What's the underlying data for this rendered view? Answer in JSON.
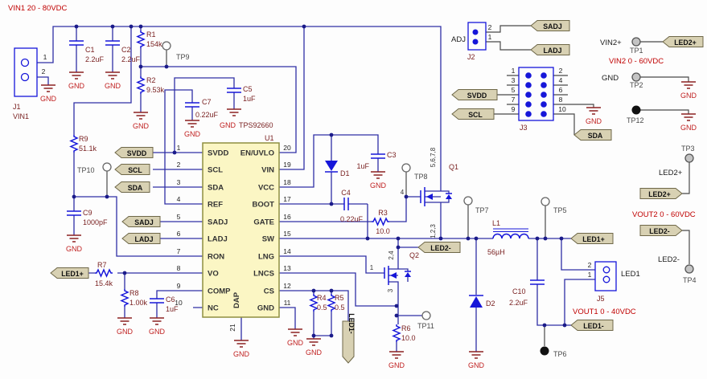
{
  "labels": {
    "gnd": "GND",
    "vin1_range": "VIN1  20 - 80VDC",
    "vin2_range": "VIN2  0 - 60VDC",
    "vout1_range": "VOUT1  0 - 40VDC",
    "vout2_range": "VOUT2  0 - 60VDC",
    "vin2p": "VIN2+",
    "adj": "ADJ",
    "led1": "LED1",
    "led2p": "LED2+",
    "led2m": "LED2-"
  },
  "tags": {
    "svdd": "SVDD",
    "scl": "SCL",
    "sda": "SDA",
    "sadj": "SADJ",
    "ladj": "LADJ",
    "led1p": "LED1+",
    "led1m": "LED1-",
    "led2p": "LED2+",
    "led2m": "LED2-"
  },
  "ic": {
    "ref": "U1",
    "part": "TPS92660",
    "dap": "DAP",
    "dap_pin": "21",
    "left_pins": [
      {
        "num": "1",
        "name": "SVDD"
      },
      {
        "num": "2",
        "name": "SCL"
      },
      {
        "num": "3",
        "name": "SDA"
      },
      {
        "num": "4",
        "name": "REF"
      },
      {
        "num": "5",
        "name": "SADJ"
      },
      {
        "num": "6",
        "name": "LADJ"
      },
      {
        "num": "7",
        "name": "RON"
      },
      {
        "num": "8",
        "name": "VO"
      },
      {
        "num": "9",
        "name": "COMP"
      },
      {
        "num": "10",
        "name": "NC"
      }
    ],
    "right_pins": [
      {
        "num": "20",
        "name": "EN/UVLO"
      },
      {
        "num": "19",
        "name": "VIN"
      },
      {
        "num": "18",
        "name": "VCC"
      },
      {
        "num": "17",
        "name": "BOOT"
      },
      {
        "num": "16",
        "name": "GATE"
      },
      {
        "num": "15",
        "name": "SW"
      },
      {
        "num": "14",
        "name": "LNG"
      },
      {
        "num": "13",
        "name": "LNCS"
      },
      {
        "num": "12",
        "name": "CS"
      },
      {
        "num": "11",
        "name": "GND"
      }
    ]
  },
  "components": {
    "j1": {
      "ref": "J1",
      "val": "VIN1",
      "p1": "1",
      "p2": "2"
    },
    "c1": {
      "ref": "C1",
      "val": "2.2uF"
    },
    "c2": {
      "ref": "C2",
      "val": "2.2uF"
    },
    "r1": {
      "ref": "R1",
      "val": "154k"
    },
    "r2": {
      "ref": "R2",
      "val": "9.53k"
    },
    "r9": {
      "ref": "R9",
      "val": "51.1k"
    },
    "c9": {
      "ref": "C9",
      "val": "1000pF"
    },
    "c7": {
      "ref": "C7",
      "val": "0.22uF"
    },
    "c5": {
      "ref": "C5",
      "val": "1uF"
    },
    "c3": {
      "ref": "C3",
      "val": "1uF"
    },
    "c4": {
      "ref": "C4",
      "val": "0.22uF"
    },
    "d1": {
      "ref": "D1"
    },
    "d2": {
      "ref": "D2"
    },
    "r3": {
      "ref": "R3",
      "val": "10.0"
    },
    "r6": {
      "ref": "R6",
      "val": "10.0"
    },
    "r4": {
      "ref": "R4",
      "val": "0.5"
    },
    "r5": {
      "ref": "R5",
      "val": "0.5"
    },
    "r7": {
      "ref": "R7",
      "val": "15.4k"
    },
    "r8": {
      "ref": "R8",
      "val": "1.00k"
    },
    "c6": {
      "ref": "C6",
      "val": "1uF"
    },
    "c10": {
      "ref": "C10",
      "val": "2.2uF"
    },
    "l1": {
      "ref": "L1",
      "val": "56µH"
    },
    "q1": {
      "ref": "Q1",
      "drain": "5,6,7,8",
      "gate": "4",
      "source": "1,2,3"
    },
    "q2": {
      "ref": "Q2",
      "drain": "2,4",
      "gate": "1",
      "source": "3"
    },
    "j2": {
      "ref": "J2",
      "p1": "1",
      "p2": "2"
    },
    "j3": {
      "ref": "J3",
      "pins_left": [
        "1",
        "3",
        "5",
        "7",
        "9"
      ],
      "pins_right": [
        "2",
        "4",
        "6",
        "8",
        "10"
      ]
    },
    "j5": {
      "ref": "J5",
      "p1": "1",
      "p2": "2"
    }
  },
  "testpoints": {
    "tp1": "TP1",
    "tp2": "TP2",
    "tp3": "TP3",
    "tp4": "TP4",
    "tp5": "TP5",
    "tp6": "TP6",
    "tp7": "TP7",
    "tp8": "TP8",
    "tp9": "TP9",
    "tp10": "TP10",
    "tp11": "TP11",
    "tp12": "TP12"
  }
}
